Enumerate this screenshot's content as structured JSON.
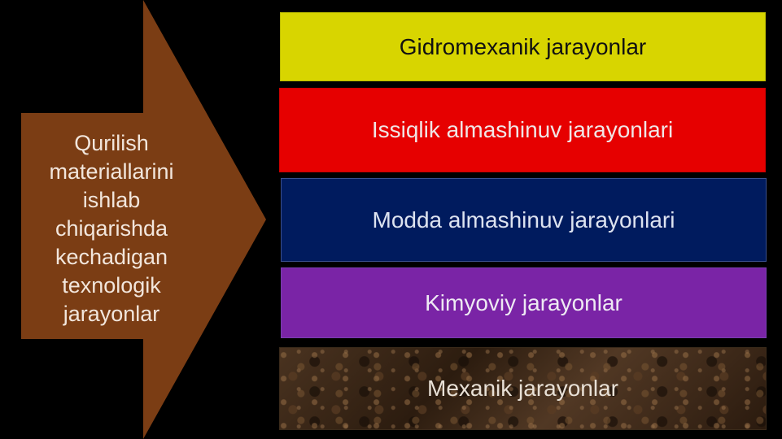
{
  "left_label": "Qurilish\nmateriallarini\nishlab\nchiqarishda\nkechadigan\ntexnologik\njarayonlar",
  "arrow_color": "#7b3d14",
  "bars": [
    {
      "label": "Gidromexanik jarayonlar",
      "bg": "#d8d500",
      "text_color": "#111111"
    },
    {
      "label": "Issiqlik almashinuv jarayonlari",
      "bg": "#e60000",
      "text_color": "#f0e6e6"
    },
    {
      "label": "Modda almashinuv jarayonlari",
      "bg": "#001b5e",
      "text_color": "#dde3f0"
    },
    {
      "label": "Kimyoviy jarayonlar",
      "bg": "#7a24a6",
      "text_color": "#eeeaf3"
    },
    {
      "label": "Mexanik jarayonlar",
      "bg": "texture-brown-marble",
      "text_color": "#e8e0d6"
    }
  ]
}
